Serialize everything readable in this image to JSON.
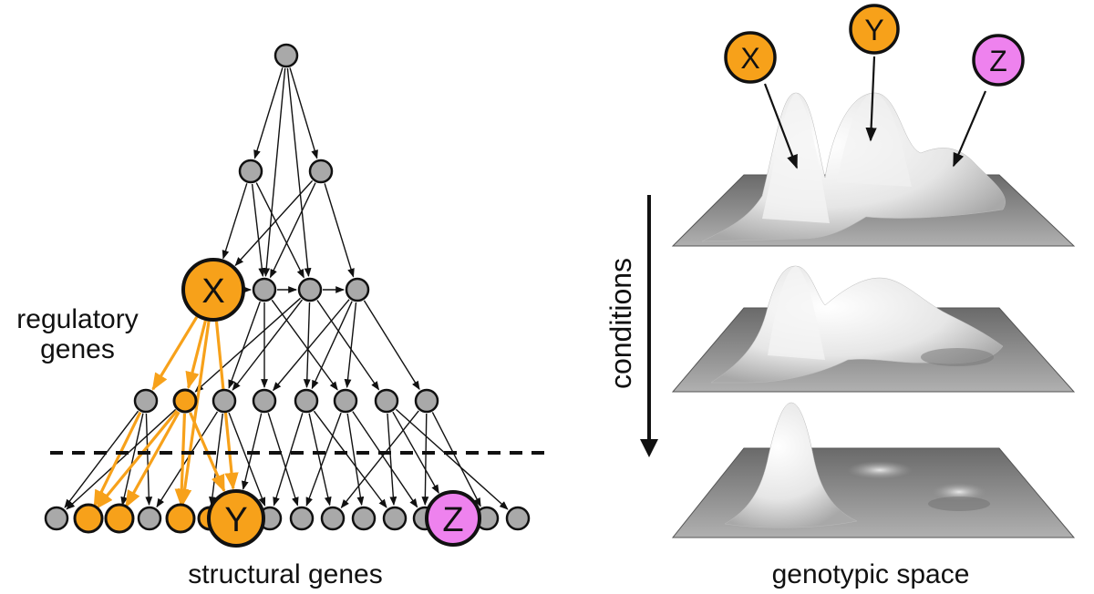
{
  "labels": {
    "regulatory_line1": "regulatory",
    "regulatory_line2": "genes",
    "structural": "structural genes",
    "conditions": "conditions",
    "genotypic": "genotypic space"
  },
  "nodes": {
    "x": "X",
    "y": "Y",
    "z": "Z"
  },
  "colors": {
    "gray_node": "#a9a9a9",
    "orange": "#f7a11a",
    "pink": "#ee82ee",
    "edge": "#111111"
  }
}
